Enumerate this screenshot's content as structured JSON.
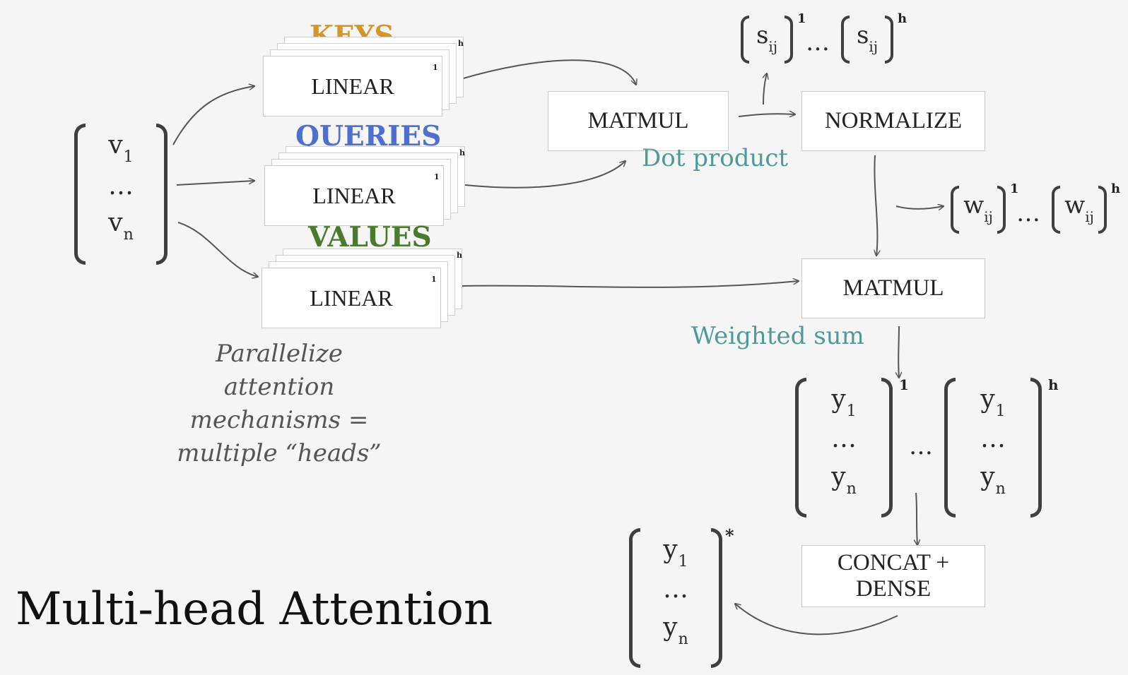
{
  "title": "Multi-head Attention",
  "input_vector": {
    "top": "v",
    "top_sub": "1",
    "mid": "…",
    "bottom": "v",
    "bottom_sub": "n"
  },
  "keys": {
    "heading": "KEYS",
    "color": "#d4952a",
    "box": "LINEAR",
    "index_1": "1",
    "index_h": "h"
  },
  "queries": {
    "heading": "QUERIES",
    "color": "#4c6fd0",
    "box": "LINEAR",
    "index_1": "1",
    "index_h": "h"
  },
  "values": {
    "heading": "VALUES",
    "color": "#4a7a2c",
    "box": "LINEAR",
    "index_1": "1",
    "index_h": "h"
  },
  "matmul1": {
    "label": "MATMUL",
    "caption": "Dot product"
  },
  "normalize": {
    "label": "NORMALIZE"
  },
  "scores": {
    "sym": "s",
    "sub": "ij",
    "sup_first": "1",
    "dots": "…",
    "sup_last": "h"
  },
  "weights": {
    "sym": "w",
    "sub": "ij",
    "sup_first": "1",
    "dots": "…",
    "sup_last": "h"
  },
  "matmul2": {
    "label": "MATMUL",
    "caption": "Weighted sum"
  },
  "head_outputs": {
    "first": {
      "top": "y",
      "top_sub": "1",
      "mid": "…",
      "bottom": "y",
      "bottom_sub": "n",
      "sup": "1"
    },
    "between": "…",
    "last": {
      "top": "y",
      "top_sub": "1",
      "mid": "…",
      "bottom": "y",
      "bottom_sub": "n",
      "sup": "h"
    }
  },
  "concat": {
    "line1": "CONCAT +",
    "line2": "DENSE"
  },
  "final_output": {
    "top": "y",
    "top_sub": "1",
    "mid": "…",
    "bottom": "y",
    "bottom_sub": "n",
    "sup": "*"
  },
  "note": {
    "line1": "Parallelize",
    "line2": "attention",
    "line3": "mechanisms =",
    "line4": "multiple “heads”"
  },
  "caption_color": "#4e9a9a"
}
